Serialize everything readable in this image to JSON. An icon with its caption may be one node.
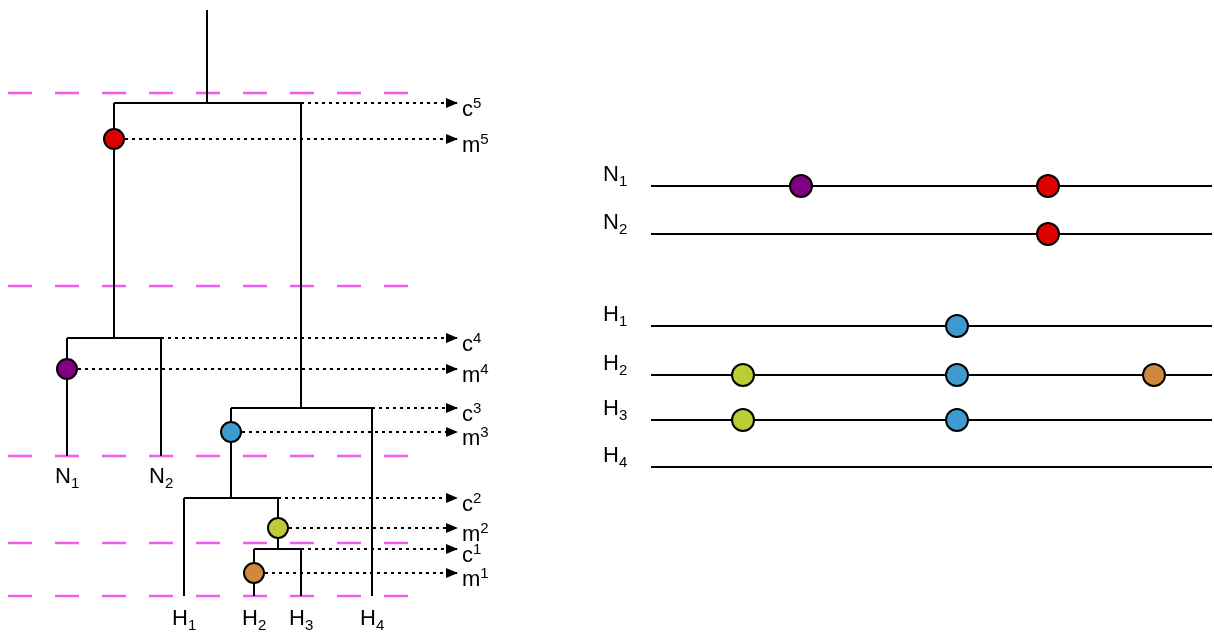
{
  "diagram": {
    "nodes": [
      {
        "text": [
          "c$^{5}$"
        ]
      },
      {
        "text": [],
        "shape": "circle"
      },
      {
        "text": [
          "m$^{5}$"
        ]
      },
      {
        "text": [
          "c$^{4}$"
        ]
      },
      {
        "text": [],
        "shape": "circle"
      },
      {
        "text": [
          "m$^{4}$"
        ]
      },
      {
        "text": [
          "c$^{3}$"
        ]
      },
      {
        "text": [],
        "shape": "circle"
      },
      {
        "text": [
          "m$^{3}$"
        ]
      },
      {
        "text": [
          "c$^{2}$"
        ]
      },
      {
        "text": [],
        "shape": "circle"
      },
      {
        "text": [
          "m$^{2}$"
        ]
      },
      {
        "text": [
          "c$^{1}$"
        ]
      },
      {
        "text": [],
        "shape": "circle"
      },
      {
        "text": [
          "m$^{1}$"
        ]
      }
    ],
    "edges": [
      {
        "from": null,
        "to": 0,
        "arrow": "to"
      },
      {
        "from": 1,
        "to": 2,
        "arrow": "to"
      },
      {
        "from": null,
        "to": 3,
        "arrow": "to"
      },
      {
        "from": 4,
        "to": 5,
        "arrow": "to"
      },
      {
        "from": null,
        "to": 6,
        "arrow": "to"
      },
      {
        "from": 7,
        "to": 8,
        "arrow": "to"
      },
      {
        "from": null,
        "to": 9,
        "arrow": "to"
      },
      {
        "from": 10,
        "to": 11,
        "arrow": "to"
      },
      {
        "from": null,
        "to": 12,
        "arrow": "to"
      },
      {
        "from": 13,
        "to": 14,
        "arrow": "to"
      }
    ],
    "labels": [
      "N$_{1}$",
      "N$_{2}$",
      "H$_{1}$",
      "H$_{2}$",
      "H$_{3}$",
      "H$_{4}$",
      "N$_{1}$",
      "N$_{2}$",
      "H$_{1}$",
      "H$_{2}$",
      "H$_{3}$",
      "H$_{4}$"
    ]
  }
}
